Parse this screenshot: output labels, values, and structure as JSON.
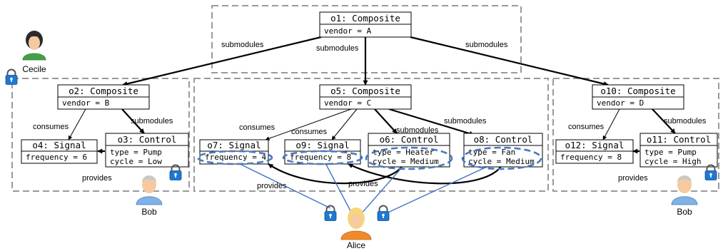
{
  "objects": {
    "o1": {
      "title": "o1: Composite",
      "attrs": [
        "vendor = A"
      ]
    },
    "o2": {
      "title": "o2: Composite",
      "attrs": [
        "vendor = B"
      ]
    },
    "o3": {
      "title": "o3: Control",
      "attrs": [
        "type = Pump",
        "cycle = Low"
      ]
    },
    "o4": {
      "title": "o4: Signal",
      "attrs": [
        "frequency = 6"
      ]
    },
    "o5": {
      "title": "o5: Composite",
      "attrs": [
        "vendor = C"
      ]
    },
    "o6": {
      "title": "o6: Control",
      "attrs": [
        "type = Heater",
        "cycle = Medium"
      ]
    },
    "o7": {
      "title": "o7: Signal",
      "attrs": [
        "frequency = 4"
      ]
    },
    "o8": {
      "title": "o8: Control",
      "attrs": [
        "type = Fan",
        "cycle = Medium"
      ]
    },
    "o9": {
      "title": "o9: Signal",
      "attrs": [
        "frequency = 8"
      ]
    },
    "o10": {
      "title": "o10: Composite",
      "attrs": [
        "vendor = D"
      ]
    },
    "o11": {
      "title": "o11: Control",
      "attrs": [
        "type = Pump",
        "cycle = High"
      ]
    },
    "o12": {
      "title": "o12: Signal",
      "attrs": [
        "frequency = 8"
      ]
    }
  },
  "labels": {
    "submodules": "submodules",
    "consumes": "consumes",
    "provides": "provides"
  },
  "people": {
    "cecile": "Cecile",
    "bob_left": "Bob",
    "bob_right": "Bob",
    "alice": "Alice"
  },
  "colors": {
    "group_border": "#9a9a9a",
    "alice_view": "#4472c4",
    "lock": "#1f78d1"
  }
}
